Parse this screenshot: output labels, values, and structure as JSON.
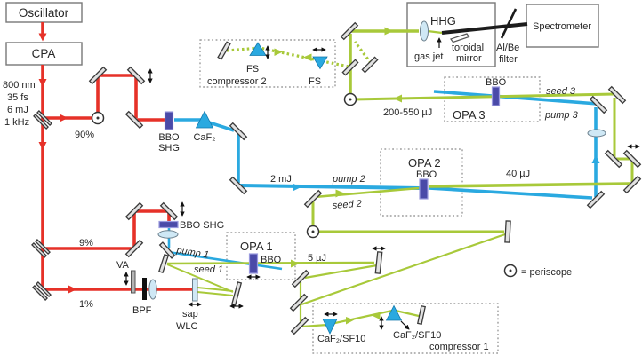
{
  "colors": {
    "red": "#e63128",
    "blue": "#2aa9e0",
    "green": "#a8c93a"
  },
  "labels": {
    "oscillator": "Oscillator",
    "cpa": "CPA",
    "spec_1": "800 nm",
    "spec_2": "35 fs",
    "spec_3": "6 mJ",
    "spec_4": "1 kHz",
    "pct90": "90%",
    "pct9": "9%",
    "pct1": "1%",
    "bbo_main_1": "BBO",
    "bbo_main_2": "SHG",
    "caf2": "CaF₂",
    "bbo_shg_2": "BBO SHG",
    "pump1": "pump 1",
    "seed1": "seed 1",
    "opa1": "OPA 1",
    "opa1_bbo": "BBO",
    "out1": "5 µJ",
    "mj2": "2 mJ",
    "pump2": "pump 2",
    "seed2": "seed 2",
    "opa2": "OPA 2",
    "opa2_bbo": "BBO",
    "out2": "40 µJ",
    "opa3": "OPA 3",
    "opa3_bbo": "BBO",
    "seed3": "seed 3",
    "pump3": "pump 3",
    "out3": "200-550 µJ",
    "fs_1": "FS",
    "fs_2": "FS",
    "compressor2": "compressor 2",
    "hhg": "HHG",
    "gas_jet": "gas jet",
    "toroidal_1": "toroidal",
    "toroidal_2": "mirror",
    "albe_1": "Al/Be",
    "albe_2": "filter",
    "spectrometer": "Spectrometer",
    "va": "VA",
    "bpf": "BPF",
    "sap": "sap",
    "wlc": "WLC",
    "prism1a": "CaF₂/SF10",
    "prism1b": "CaF₂/SF10",
    "compressor1": "compressor 1",
    "periscope_legend": "= periscope"
  }
}
